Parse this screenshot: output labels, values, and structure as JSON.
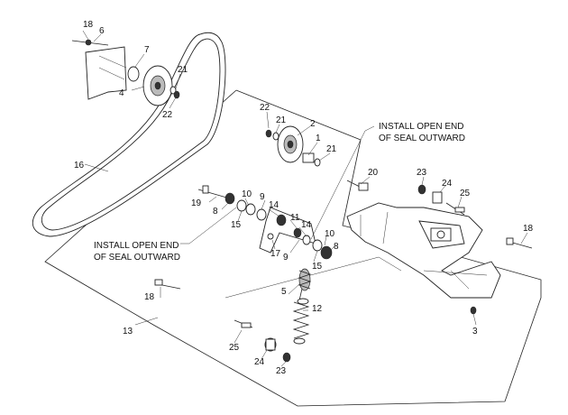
{
  "labels": {
    "l18a": "18",
    "l6": "6",
    "l7": "7",
    "l4": "4",
    "l21a": "21",
    "l22a": "22",
    "l22b": "22",
    "l21b": "21",
    "l2": "2",
    "l1": "1",
    "l21c": "21",
    "l16": "16",
    "l20": "20",
    "l19": "19",
    "l8a": "8",
    "l10a": "10",
    "l9a": "9",
    "l14a": "14",
    "l15a": "15",
    "l11": "11",
    "l14b": "14",
    "l10b": "10",
    "l17": "17",
    "l9b": "9",
    "l15b": "15",
    "l8b": "8",
    "l23a": "23",
    "l24a": "24",
    "l25a": "25",
    "l18b": "18",
    "l18c": "18",
    "l5": "5",
    "l12": "12",
    "l13": "13",
    "l3": "3",
    "l25b": "25",
    "l24b": "24",
    "l23b": "23"
  },
  "notes": {
    "top_line1": "INSTALL OPEN END",
    "top_line2": "OF SEAL OUTWARD",
    "left_line1": "INSTALL OPEN END",
    "left_line2": "OF SEAL OUTWARD"
  }
}
